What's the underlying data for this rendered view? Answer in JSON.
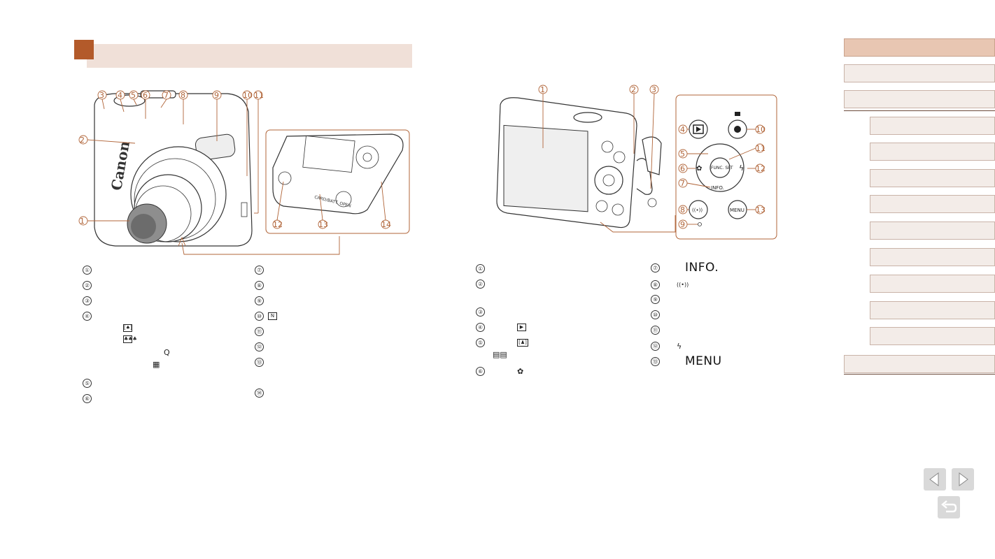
{
  "legend_left": [
    {
      "n": "①",
      "glyph": ""
    },
    {
      "n": "②",
      "glyph": ""
    },
    {
      "n": "③",
      "glyph": ""
    },
    {
      "n": "④",
      "glyph": ""
    },
    {
      "n": "⑤",
      "glyph": ""
    },
    {
      "n": "⑥",
      "glyph": ""
    },
    {
      "n": "⑦",
      "glyph": ""
    },
    {
      "n": "⑧",
      "glyph": ""
    },
    {
      "n": "⑨",
      "glyph": ""
    },
    {
      "n": "⑩",
      "glyph": "N"
    },
    {
      "n": "⑪",
      "glyph": ""
    },
    {
      "n": "⑫",
      "glyph": ""
    },
    {
      "n": "⑬",
      "glyph": ""
    },
    {
      "n": "⑭",
      "glyph": ""
    }
  ],
  "legend_left_sub": [
    "[♠]",
    "♣♣♣",
    "Q",
    "▦"
  ],
  "legend_right": [
    {
      "n": "①",
      "glyph": ""
    },
    {
      "n": "②",
      "glyph": ""
    },
    {
      "n": "③",
      "glyph": ""
    },
    {
      "n": "④",
      "glyph": "▶"
    },
    {
      "n": "⑤",
      "glyph": "[♟]"
    },
    {
      "n": "⑥",
      "glyph": "✿"
    },
    {
      "n": "⑦",
      "glyph": "INFO."
    },
    {
      "n": "⑧",
      "glyph": "((•))"
    },
    {
      "n": "⑨",
      "glyph": ""
    },
    {
      "n": "⑩",
      "glyph": ""
    },
    {
      "n": "⑪",
      "glyph": ""
    },
    {
      "n": "⑫",
      "glyph": "ϟ"
    },
    {
      "n": "⑬",
      "glyph": "MENU"
    }
  ],
  "legend_right_sub": "▤▤",
  "camera_front": {
    "brand": "Canon"
  },
  "camera_bottom": {
    "door_text": "CARD/BATT. OPEN"
  },
  "buttons_panel": {
    "func_label": "FUNC. SET",
    "info_label": "INFO.",
    "menu_label": "MENU",
    "movie_icon": "▪⁄"
  },
  "colors": {
    "accent": "#b35a2a",
    "header_bg": "#f0e0d8",
    "callout": "#b06438",
    "nav_bg": "#f3ece8",
    "nav_active": "#e8c6b2"
  }
}
